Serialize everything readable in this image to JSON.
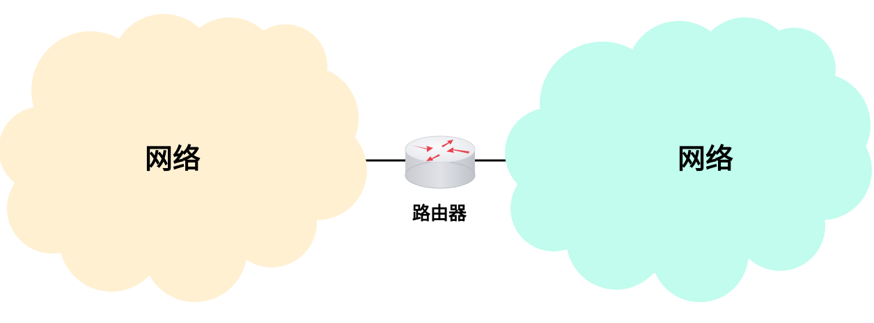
{
  "nodes": {
    "left_network": {
      "label": "网络",
      "fill": "#FFF0D2"
    },
    "right_network": {
      "label": "网络",
      "fill": "#C1FCEE"
    },
    "router": {
      "label": "路由器",
      "icon": "router-icon",
      "body_color": "#E3E5EA",
      "arrow_color": "#E8434D"
    }
  },
  "connections": [
    {
      "from": "left_network",
      "to": "router"
    },
    {
      "from": "router",
      "to": "right_network"
    }
  ]
}
